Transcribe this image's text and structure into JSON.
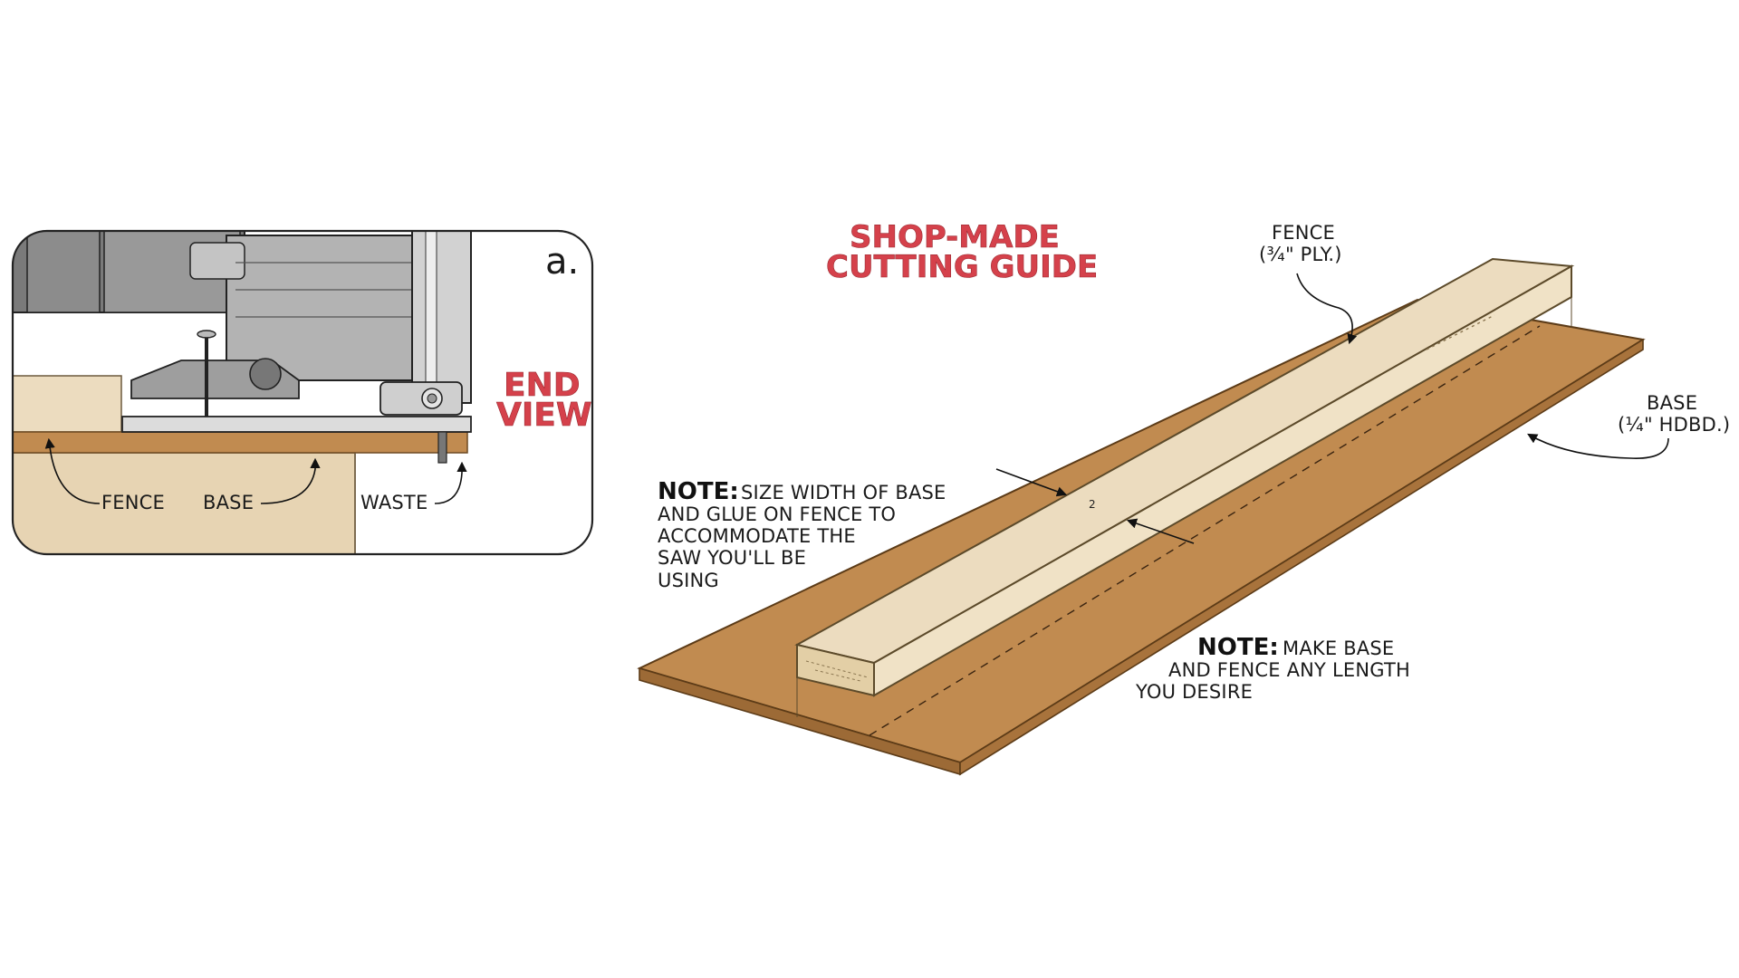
{
  "inset": {
    "view_letter": "a.",
    "end_view_line1": "END",
    "end_view_line2": "VIEW",
    "fence_label": "FENCE",
    "base_label": "BASE",
    "waste_label": "WASTE"
  },
  "main": {
    "title_line1": "SHOP-MADE",
    "title_line2": "CUTTING GUIDE",
    "fence_label_line1": "FENCE",
    "fence_label_line2": "(¾\" PLY.)",
    "base_label_line1": "BASE",
    "base_label_line2": "(¼\" HDBD.)",
    "width_marker": "2",
    "note1": {
      "head": "NOTE:",
      "line1": "SIZE WIDTH OF BASE",
      "line2": "AND GLUE ON FENCE TO",
      "line3": "ACCOMMODATE THE",
      "line4": "SAW YOU'LL BE",
      "line5": "USING"
    },
    "note2": {
      "head": "NOTE:",
      "line1": "MAKE BASE",
      "line2": "AND FENCE ANY LENGTH",
      "line3": "YOU DESIRE"
    }
  },
  "colors": {
    "hardboard": "#c18b50",
    "hardboard_edge": "#9c6a36",
    "plywood": "#ecdcbf",
    "plywood_end": "#e3cfa6",
    "saw_gray": "#a9a9a9",
    "accent_red": "#d5414b"
  }
}
